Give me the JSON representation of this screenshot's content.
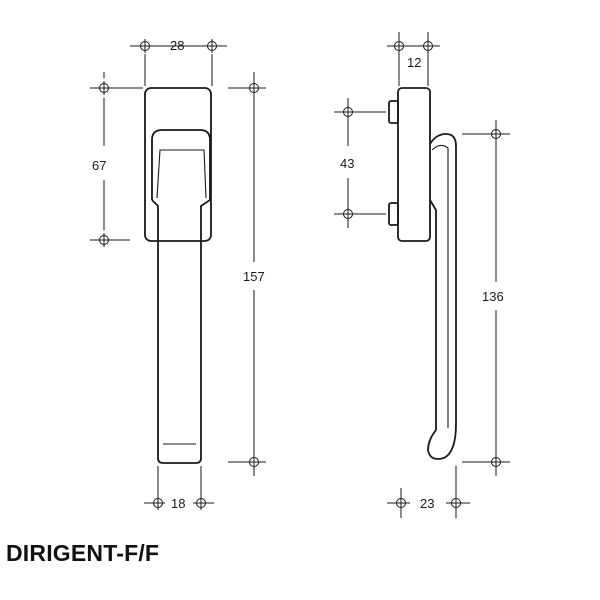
{
  "product": {
    "name": "DIRIGENT-F/F"
  },
  "dimensions": {
    "front_width": "28",
    "front_rose_height": "67",
    "front_total_height": "157",
    "front_lever_width": "18",
    "side_thickness": "12",
    "side_hole_spacing": "43",
    "side_lever_length": "136",
    "side_projection": "23"
  },
  "colors": {
    "line": "#1a1a1a",
    "background": "#ffffff"
  }
}
